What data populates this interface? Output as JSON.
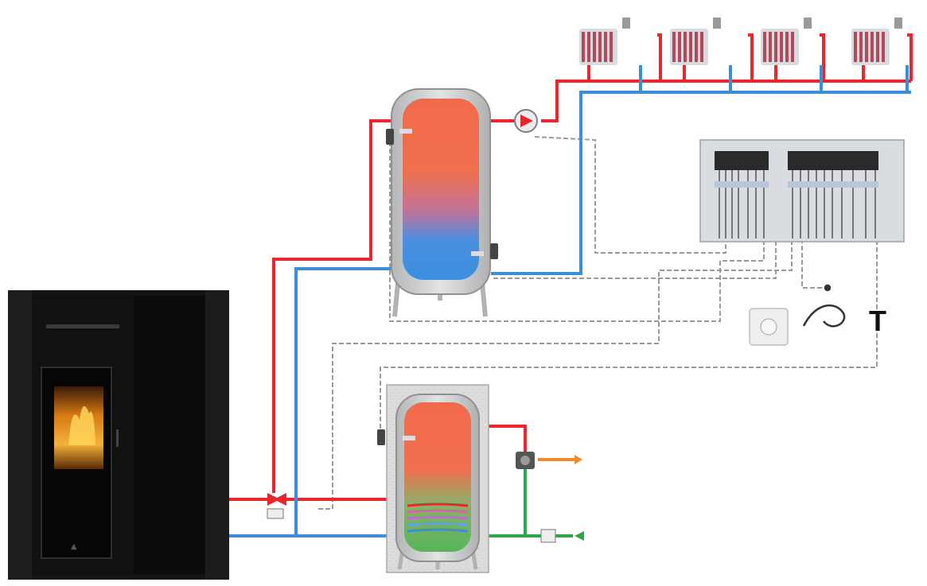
{
  "diagram": {
    "thermostat_label": "T",
    "colors": {
      "hot": "#e8262e",
      "cold": "#3b8fd6",
      "dhw_hot": "#f08a2a",
      "dhw_cold": "#2ca84a",
      "signal": "#9a9a9a",
      "stove_body": "#141414",
      "tank_shell": "#c9cbcd",
      "controller": "#d9dde2"
    },
    "icons": [
      "pellet-stove",
      "buffer-tank",
      "circulation-pump",
      "radiator",
      "control-unit",
      "room-thermostat",
      "temperature-probe",
      "dhw-boiler",
      "three-way-valve",
      "thermostatic-mixing-valve",
      "check-valve"
    ]
  }
}
